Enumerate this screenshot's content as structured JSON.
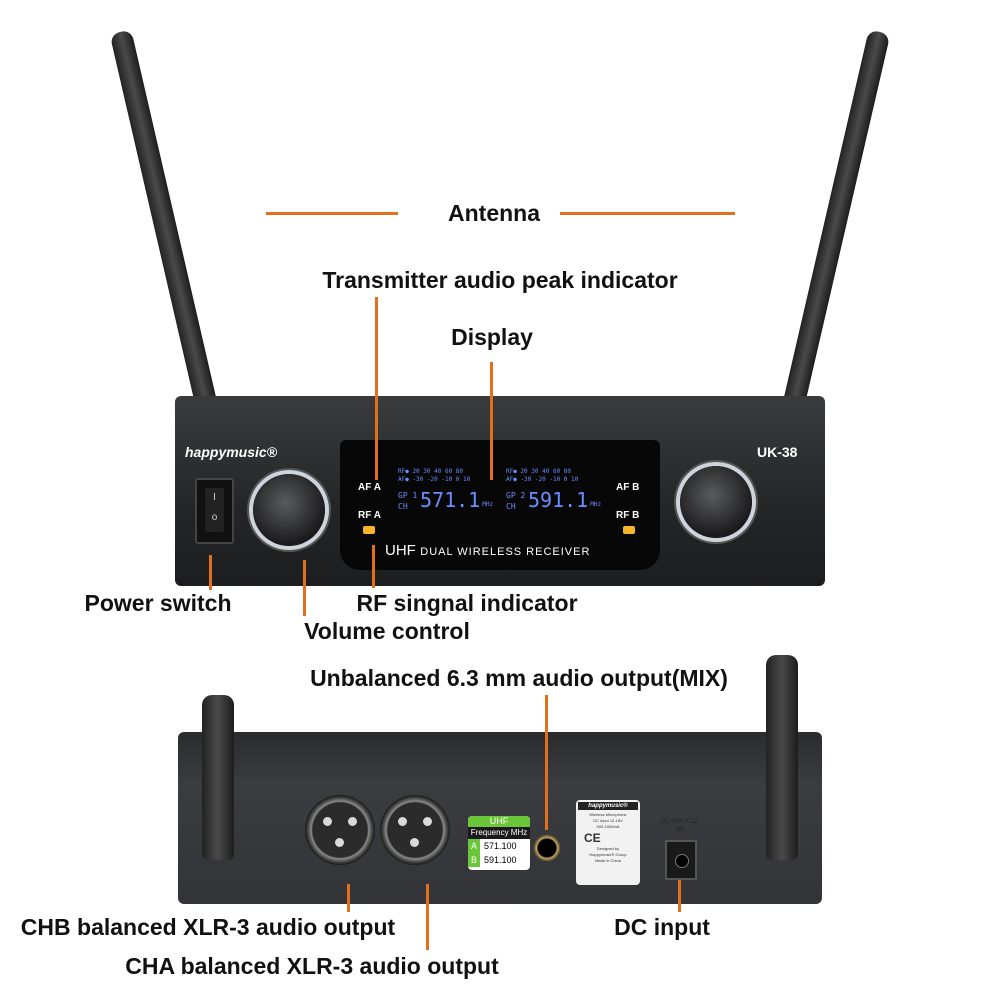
{
  "labels": {
    "antenna": "Antenna",
    "peak_indicator": "Transmitter audio peak indicator",
    "display": "Display",
    "power_switch": "Power switch",
    "volume_control": "Volume control",
    "rf_indicator": "RF singnal indicator",
    "unbalanced_output": "Unbalanced 6.3 mm audio output(MIX)",
    "chb_output": "CHB balanced XLR-3 audio output",
    "cha_output": "CHA balanced XLR-3 audio output",
    "dc_input": "DC input"
  },
  "front": {
    "brand": "happymusic®",
    "model": "UK-38",
    "af_a": "AF A",
    "rf_a": "RF A",
    "af_b": "AF B",
    "rf_b": "RF B",
    "rf_scale": "RF● 20 30 40 60 80",
    "af_scale": "AF● -30 -20 -10 0 10",
    "gp": "GP",
    "ch": "CH",
    "freq_a": "571.1",
    "freq_b": "591.1",
    "unit": "MHz",
    "group_a": "1",
    "group_b": "2",
    "caption_uhf": "UHF",
    "caption_rest": "DUAL WIRELESS RECEIVER"
  },
  "rear": {
    "freq_label_title": "UHF",
    "freq_label_sub": "Frequency MHz",
    "channels": [
      {
        "ch": "A",
        "freq": "571.100"
      },
      {
        "ch": "B",
        "freq": "591.100"
      }
    ],
    "sticker_brand": "happymusic®",
    "sticker_lines": [
      "Wireless Microphone",
      "DC input 12-18V",
      "500-1000mA",
      "Designed by",
      "Happymusic® Group",
      "Made in China"
    ],
    "ce": "CE",
    "dc_label": "DC INPUT 12-18V",
    "led_color": "#f7b52a",
    "accent": "#e0701c",
    "green": "#6cc63a"
  }
}
